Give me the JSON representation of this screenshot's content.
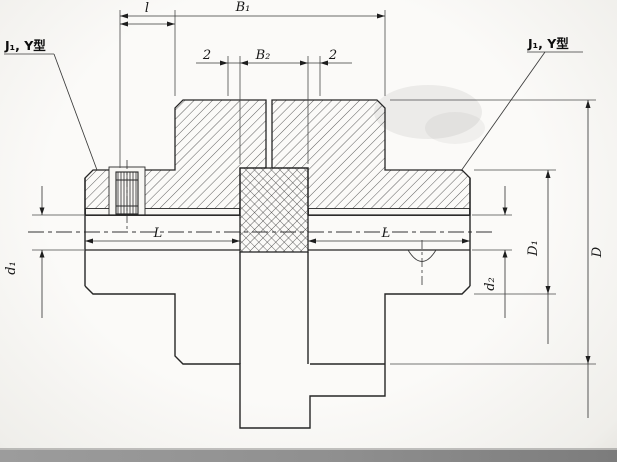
{
  "drawing": {
    "type_note_left": "J₁, Y型",
    "type_note_right": "J₁, Y型",
    "dims": {
      "l": "l",
      "B1": "B₁",
      "B2": "B₂",
      "gap_left": "2",
      "gap_right": "2",
      "L_left": "L",
      "L_right": "L",
      "d1": "d₁",
      "d2": "d₂",
      "D1": "D₁",
      "D": "D"
    },
    "colors": {
      "line": "#262626",
      "paper": "#f8f7f4",
      "scan_bar": "#8f8f8f"
    }
  }
}
